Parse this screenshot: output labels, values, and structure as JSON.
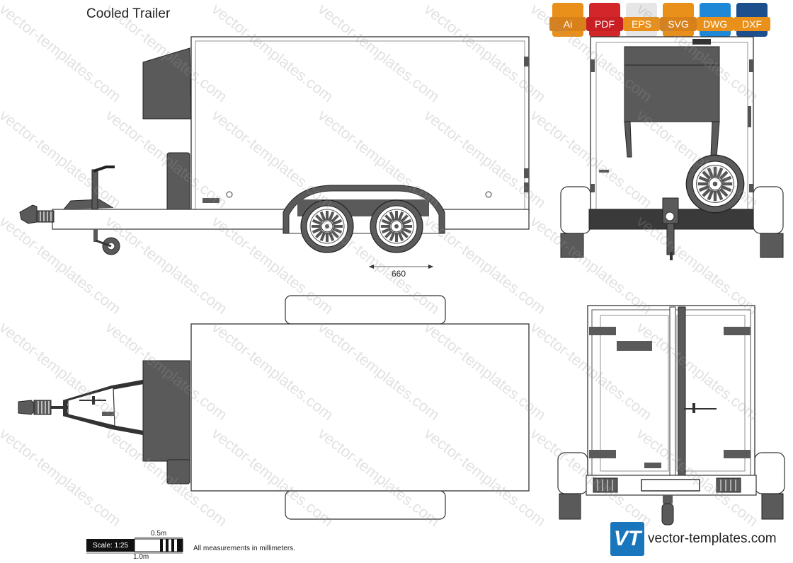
{
  "title": "Cooled Trailer",
  "formats": [
    {
      "label": "Ai",
      "color": "#e8901a"
    },
    {
      "label": "PDF",
      "color": "#d3262b"
    },
    {
      "label": "EPS",
      "color": "#e0e0e0"
    },
    {
      "label": "SVG",
      "color": "#e8901a"
    },
    {
      "label": "DWG",
      "color": "#1e88d6"
    },
    {
      "label": "DXF",
      "color": "#1d4f8c"
    }
  ],
  "dimension_label": "660",
  "scale": {
    "label": "Scale: 1:25",
    "half": "0.5m",
    "full": "1.0m"
  },
  "measurement_note": "All measurements in millimeters.",
  "brand": {
    "logo_text": "VT",
    "site": "vector-templates.com"
  },
  "watermark": "vector-templates.com",
  "colors": {
    "dark_part": "#5a5a5a",
    "outline": "#333333",
    "panel": "#ffffff"
  }
}
